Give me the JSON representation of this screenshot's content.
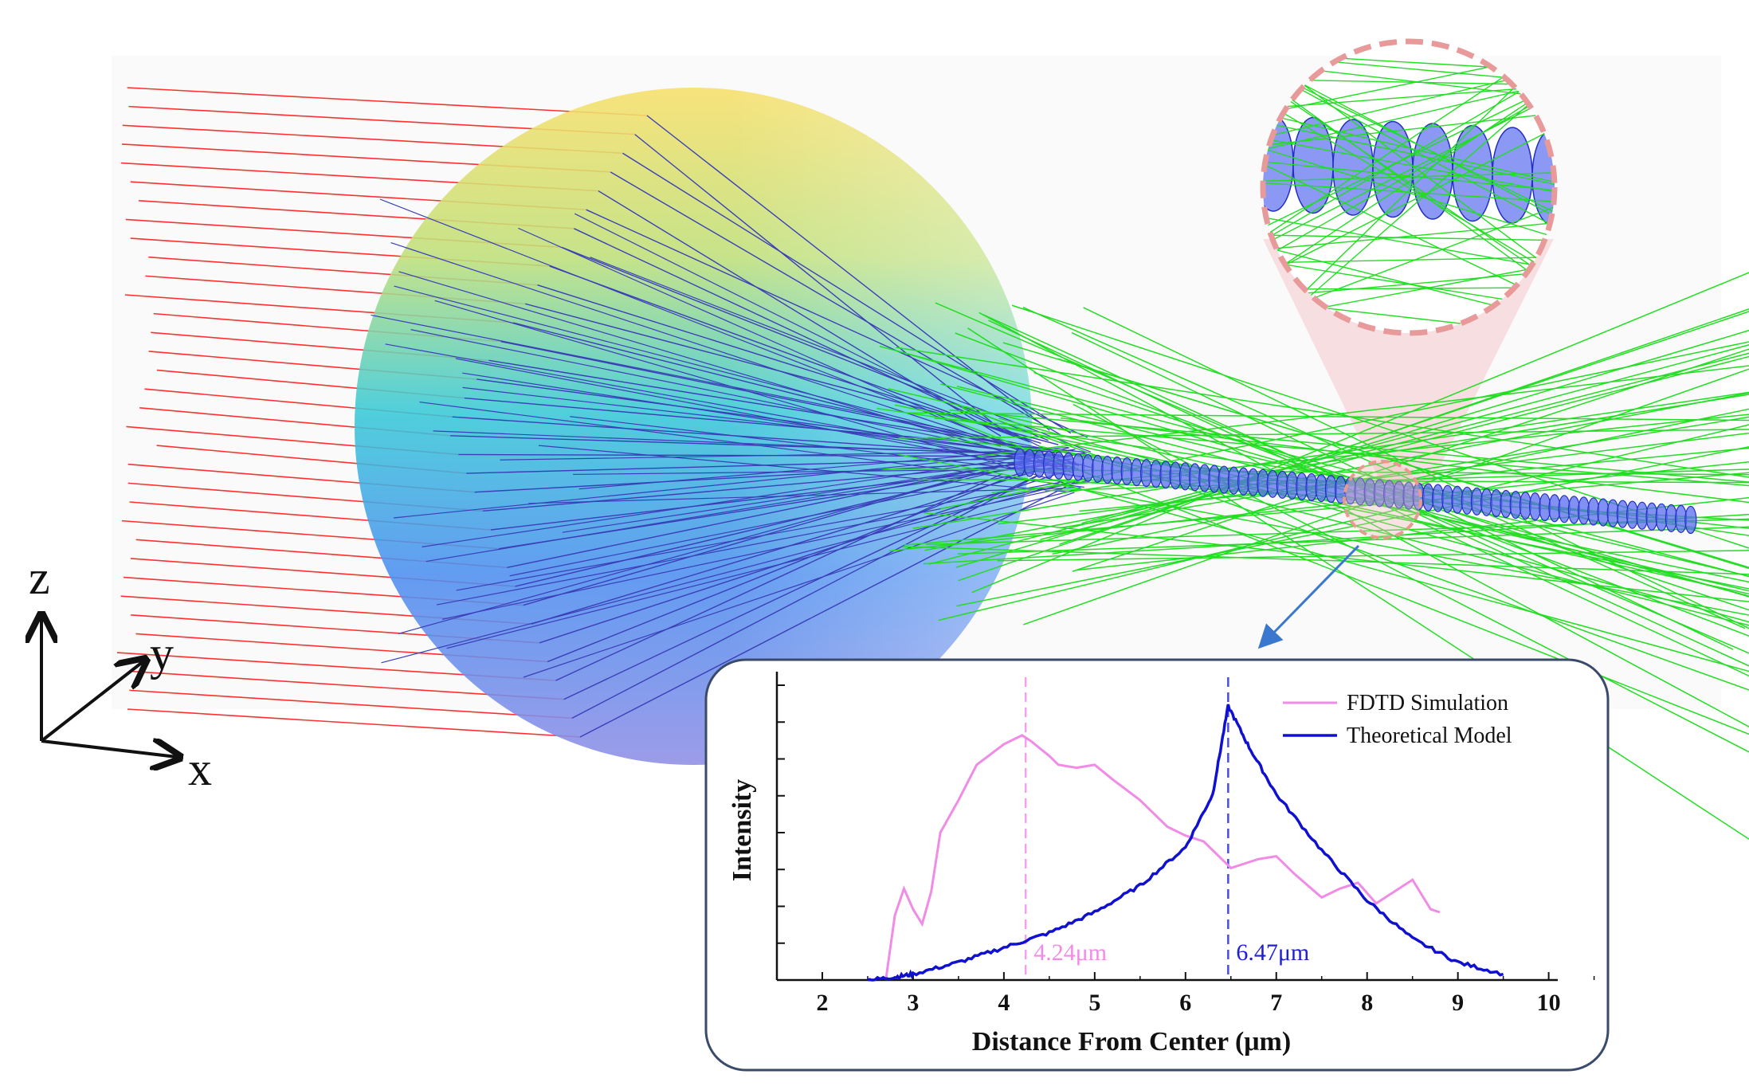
{
  "axes": {
    "z": "z",
    "y": "y",
    "x": "x"
  },
  "colors": {
    "incident_ray": "#ff3030",
    "internal_ray": "#3a3fb8",
    "scattered_ray": "#22dd22",
    "ellipsoid_fill": "#5a6cf0",
    "ellipsoid_stroke": "#2230c0",
    "fdtd": "#f08ce6",
    "theory": "#1010d0"
  },
  "chart_data": {
    "type": "line",
    "xlabel": "Distance From Center (μm)",
    "ylabel": "Intensity",
    "xlim": [
      1.5,
      10.1
    ],
    "ylim": [
      0,
      1.0
    ],
    "x_ticks": [
      "2",
      "3",
      "4",
      "5",
      "6",
      "7",
      "8",
      "9",
      "10"
    ],
    "series": [
      {
        "name": "FDTD Simulation",
        "x": [
          2.7,
          2.8,
          2.9,
          3.0,
          3.1,
          3.2,
          3.3,
          3.5,
          3.7,
          4.0,
          4.2,
          4.3,
          4.5,
          4.6,
          4.8,
          5.0,
          5.2,
          5.5,
          5.8,
          6.0,
          6.2,
          6.5,
          6.8,
          7.0,
          7.2,
          7.5,
          7.7,
          7.9,
          8.1,
          8.3,
          8.5,
          8.7,
          8.8
        ],
        "y": [
          0.0,
          0.22,
          0.31,
          0.24,
          0.19,
          0.3,
          0.5,
          0.61,
          0.73,
          0.8,
          0.83,
          0.81,
          0.76,
          0.73,
          0.72,
          0.73,
          0.68,
          0.61,
          0.52,
          0.49,
          0.47,
          0.38,
          0.41,
          0.42,
          0.36,
          0.28,
          0.31,
          0.33,
          0.26,
          0.3,
          0.34,
          0.24,
          0.23
        ]
      },
      {
        "name": "Theoretical Model",
        "x": [
          2.5,
          2.8,
          3.0,
          3.5,
          4.0,
          4.5,
          5.0,
          5.5,
          6.0,
          6.3,
          6.47,
          6.7,
          7.0,
          7.5,
          8.0,
          8.5,
          9.0,
          9.5
        ],
        "y": [
          0.0,
          0.01,
          0.02,
          0.06,
          0.11,
          0.16,
          0.23,
          0.32,
          0.45,
          0.63,
          0.93,
          0.79,
          0.63,
          0.44,
          0.27,
          0.14,
          0.06,
          0.02
        ]
      }
    ],
    "annotations": [
      {
        "x": 4.24,
        "label": "4.24μm",
        "color": "#f08ce6"
      },
      {
        "x": 6.47,
        "label": "6.47μm",
        "color": "#2020d0"
      }
    ],
    "legend": "top-right",
    "grid": false
  }
}
